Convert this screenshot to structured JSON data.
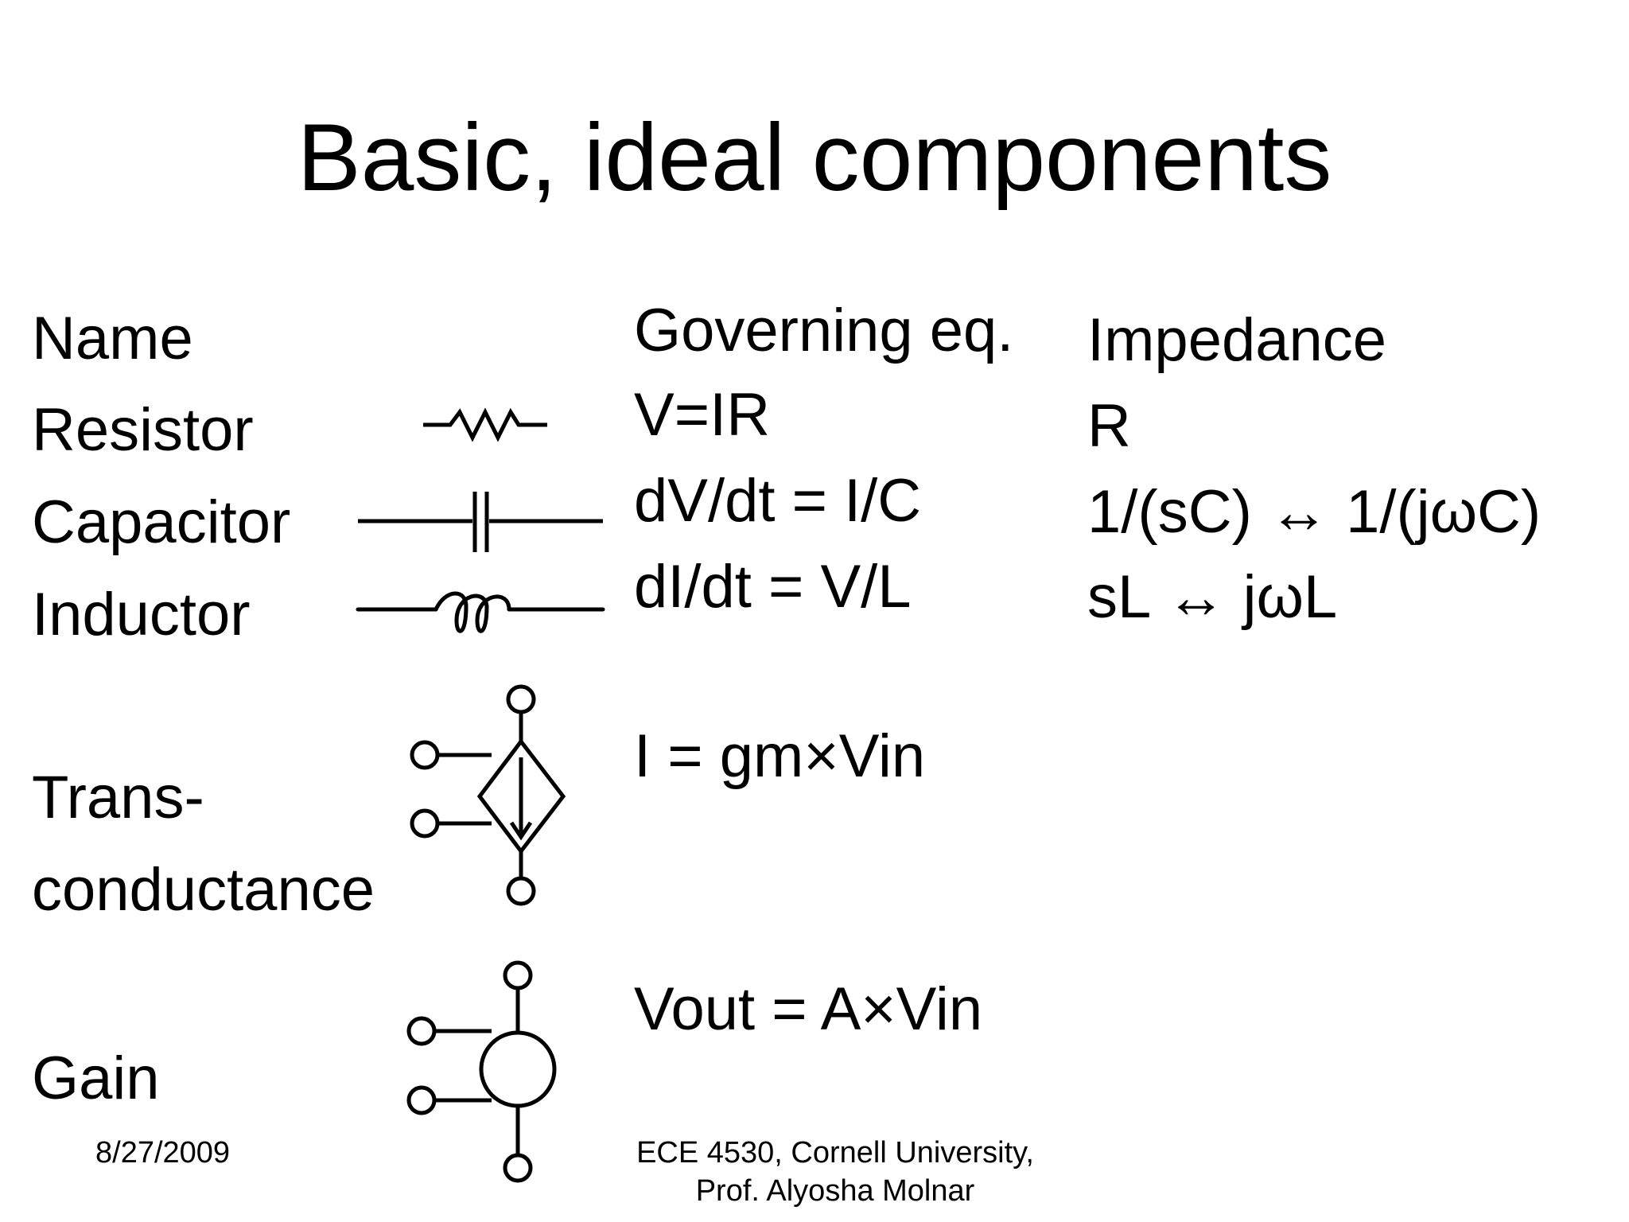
{
  "slide": {
    "title": "Basic, ideal components",
    "headers": {
      "name": "Name",
      "equation": "Governing eq.",
      "impedance": "Impedance"
    },
    "rows": [
      {
        "name": "Resistor",
        "symbol": "resistor-icon",
        "equation": "V=IR",
        "impedance": "R"
      },
      {
        "name": "Capacitor",
        "symbol": "capacitor-icon",
        "equation": "dV/dt = I/C",
        "impedance": "1/(sC) ↔ 1/(jωC)"
      },
      {
        "name": "Inductor",
        "symbol": "inductor-icon",
        "equation": "dI/dt = V/L",
        "impedance": "sL ↔ jωL"
      },
      {
        "name_line1": "Trans-",
        "name_line2": "conductance",
        "symbol": "transconductance-source-icon",
        "equation": "I = gm×Vin"
      },
      {
        "name": "Gain",
        "symbol": "voltage-gain-source-icon",
        "equation": "Vout = A×Vin"
      }
    ],
    "footer": {
      "date": "8/27/2009",
      "course_line1": "ECE 4530, Cornell University,",
      "course_line2": "Prof. Alyosha Molnar"
    }
  }
}
